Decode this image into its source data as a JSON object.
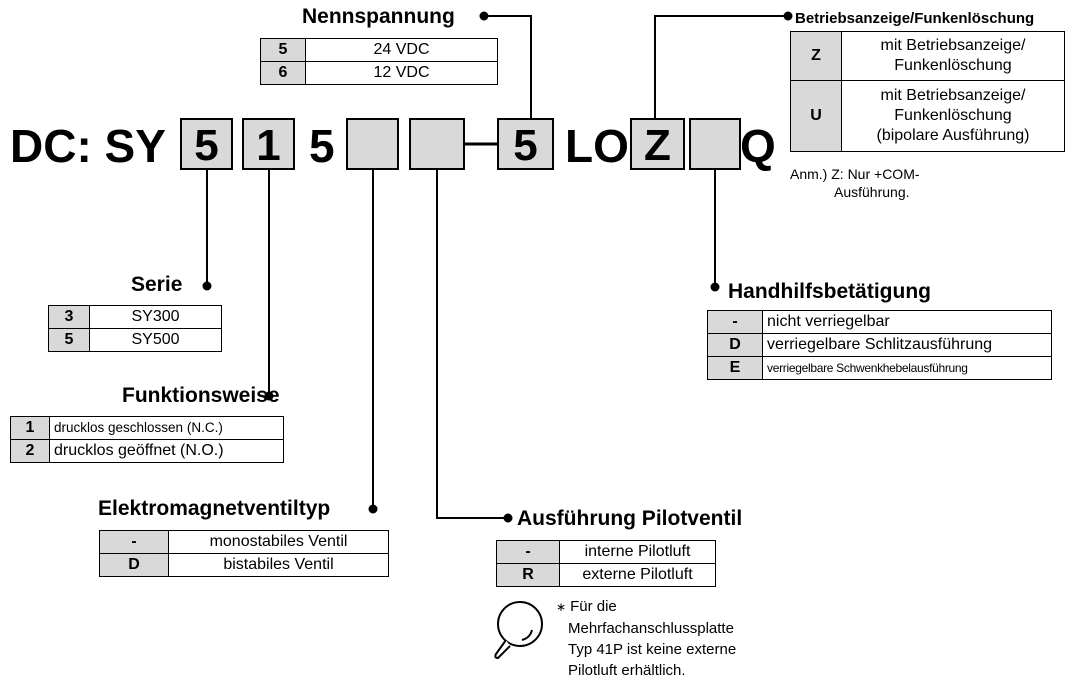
{
  "code": {
    "prefix": "DC: SY",
    "series_digit": "5",
    "function_digit": "1",
    "fixed_digit": "5",
    "dash": "",
    "voltage_digit": "5",
    "lo_text": "LO",
    "indicator_digit": "Z",
    "suffix": "Q"
  },
  "nennspannung": {
    "title": "Nennspannung",
    "rows": [
      {
        "key": "5",
        "value": "24 VDC"
      },
      {
        "key": "6",
        "value": "12 VDC"
      }
    ]
  },
  "betriebsanzeige": {
    "title": "Betriebsanzeige/Funkenlöschung",
    "rows": [
      {
        "key": "Z",
        "line1": "mit Betriebsanzeige/",
        "line2": "Funkenlöschung",
        "line3": ""
      },
      {
        "key": "U",
        "line1": "mit Betriebsanzeige/",
        "line2": "Funkenlöschung",
        "line3": "(bipolare Ausführung)"
      }
    ],
    "note_prefix": "Anm.)",
    "note_line1": "Z: Nur +COM-",
    "note_line2": "Ausführung."
  },
  "serie": {
    "title": "Serie",
    "rows": [
      {
        "key": "3",
        "value": "SY300"
      },
      {
        "key": "5",
        "value": "SY500"
      }
    ]
  },
  "funktionsweise": {
    "title": "Funktionsweise",
    "rows": [
      {
        "key": "1",
        "value": "drucklos geschlossen (N.C.)"
      },
      {
        "key": "2",
        "value": "drucklos geöffnet (N.O.)"
      }
    ]
  },
  "ventiltyp": {
    "title": "Elektromagnetventiltyp",
    "rows": [
      {
        "key": "-",
        "value": "monostabiles Ventil"
      },
      {
        "key": "D",
        "value": "bistabiles Ventil"
      }
    ]
  },
  "pilotventil": {
    "title": "Ausführung Pilotventil",
    "rows": [
      {
        "key": "-",
        "value": "interne Pilotluft"
      },
      {
        "key": "R",
        "value": "externe Pilotluft"
      }
    ],
    "note_mark": "∗",
    "note_lines": [
      "Für die",
      "Mehrfachanschlussplatte",
      "Typ 41P ist keine externe",
      "Pilotluft erhältlich."
    ]
  },
  "handhilfs": {
    "title": "Handhilfsbetätigung",
    "rows": [
      {
        "key": "-",
        "value": "nicht verriegelbar"
      },
      {
        "key": "D",
        "value": "verriegelbare Schlitzausführung"
      },
      {
        "key": "E",
        "value": "verriegelbare Schwenkhebelausführung"
      }
    ]
  },
  "icons": {
    "magnifier": "magnifier-icon"
  }
}
